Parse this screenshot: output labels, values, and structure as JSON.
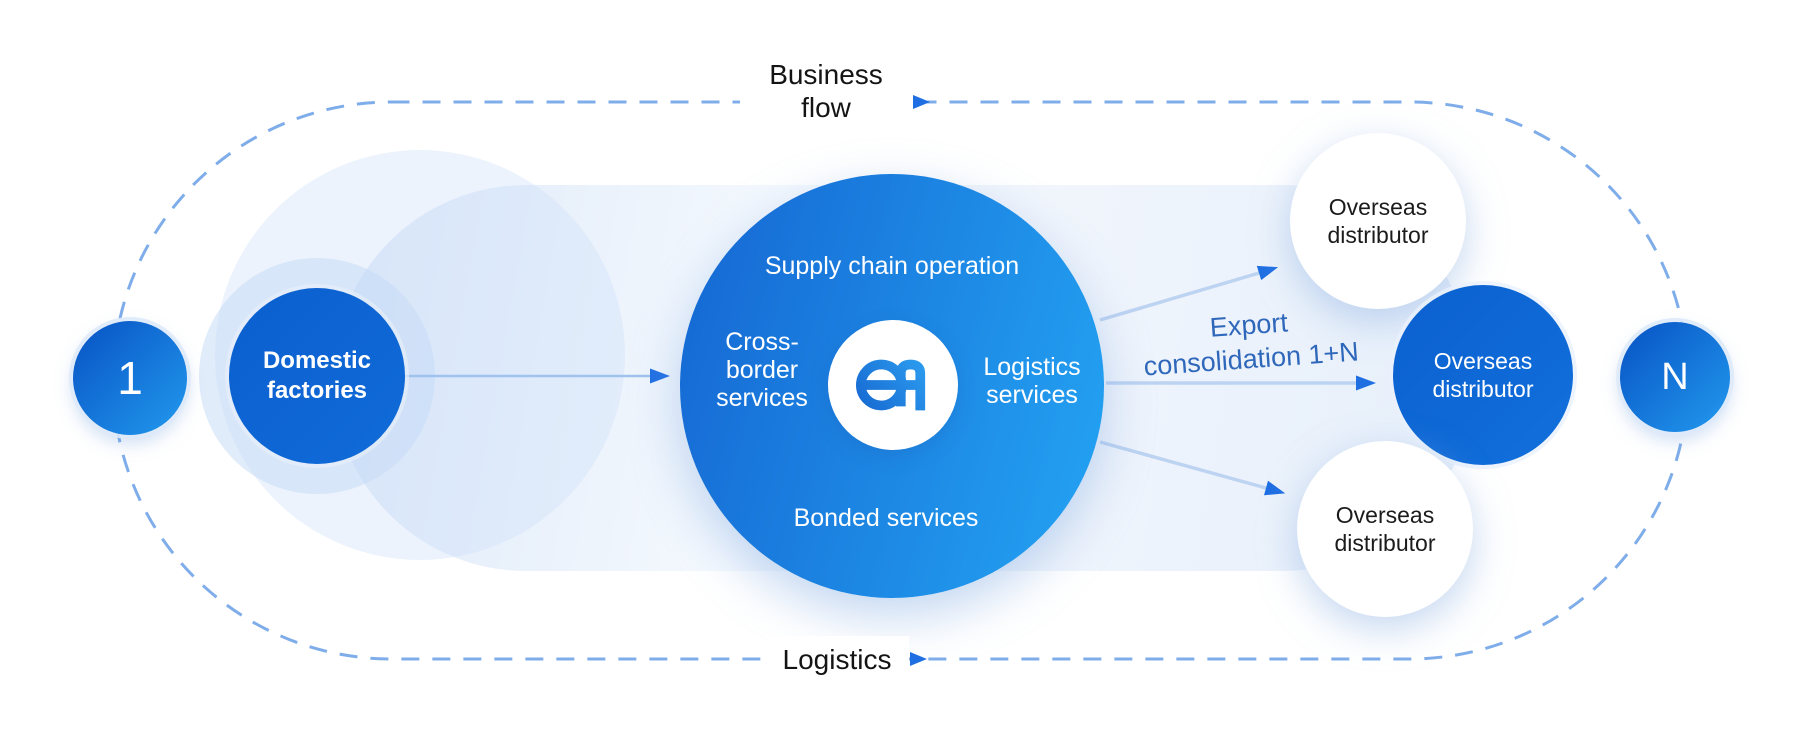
{
  "labels": {
    "business_flow": [
      "Business",
      "flow"
    ],
    "logistics": "Logistics",
    "export": [
      "Export",
      "consolidation 1+N"
    ]
  },
  "nodes": {
    "start": "1",
    "end": "N",
    "domestic": [
      "Domestic",
      "factories"
    ],
    "distributors": [
      {
        "lines": [
          "Overseas",
          "distributor"
        ],
        "variant": "light"
      },
      {
        "lines": [
          "Overseas",
          "distributor"
        ],
        "variant": "solid"
      },
      {
        "lines": [
          "Overseas",
          "distributor"
        ],
        "variant": "light"
      }
    ]
  },
  "center_circle": {
    "top": "Supply chain operation",
    "left": [
      "Cross-",
      "border",
      "services"
    ],
    "right": [
      "Logistics",
      "services"
    ],
    "bottom": "Bonded services",
    "logo": "EA"
  },
  "colors": {
    "primary_blue": "#0d66d4",
    "gradient_blue_dark": "#1467d5",
    "gradient_blue_light": "#22a3f2",
    "dashed_line": "#7fadea",
    "arrow_line": "#b9d0f1",
    "arrowhead": "#1f6fe3",
    "export_text": "#2f68ba",
    "capsule_background": "#e4eefa",
    "text_dark": "#141414",
    "text_white": "#ffffff"
  }
}
